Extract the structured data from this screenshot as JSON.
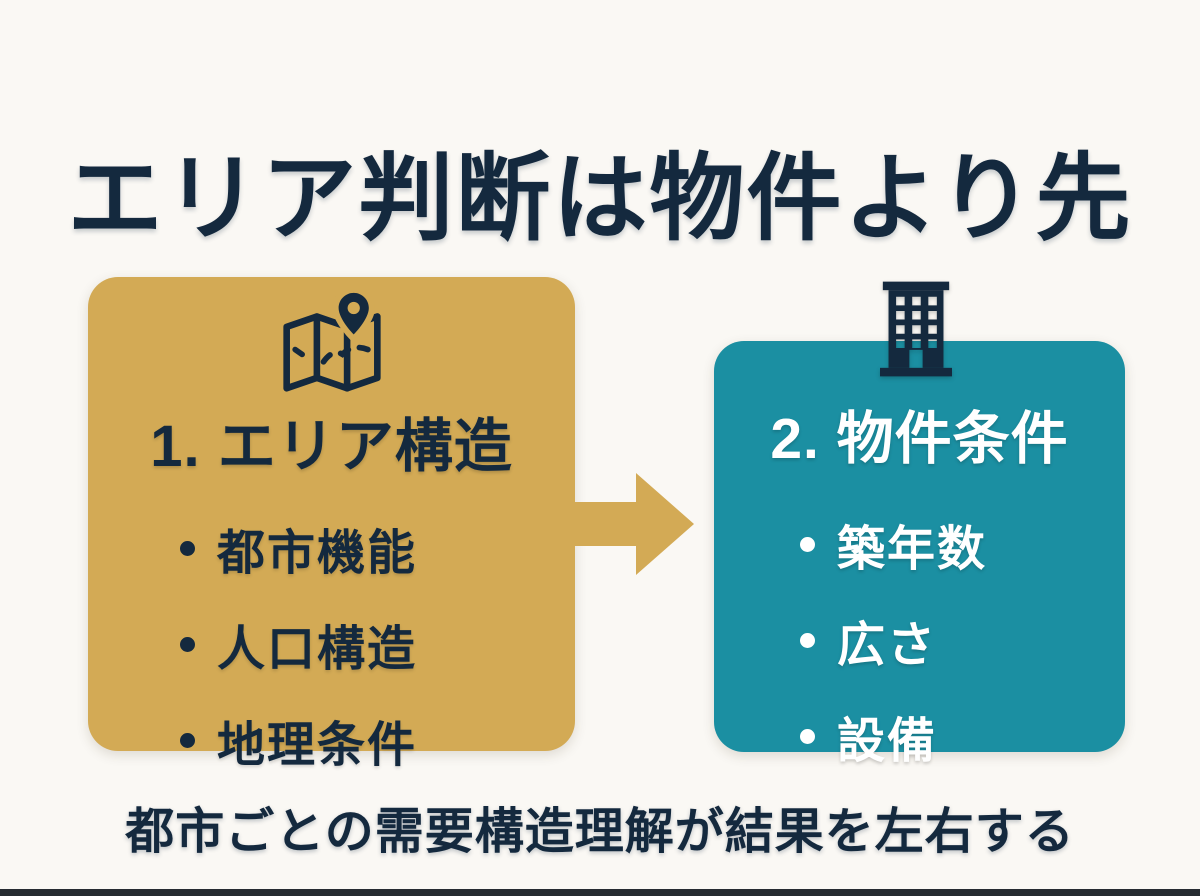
{
  "title": "エリア判断は物件より先",
  "footer": "都市ごとの需要構造理解が結果を左右する",
  "colors": {
    "navy": "#14293e",
    "gold": "#d3aa55",
    "teal": "#1b8fa2",
    "background": "#faf8f4",
    "white": "#ffffff",
    "strip": "#262b31"
  },
  "cards": [
    {
      "id": "area",
      "icon": "map-icon",
      "heading": "1. エリア構造",
      "bullets": [
        "都市機能",
        "人口構造",
        "地理条件"
      ]
    },
    {
      "id": "property",
      "icon": "building-icon",
      "heading": "2. 物件条件",
      "bullets": [
        "築年数",
        "広さ",
        "設備"
      ]
    }
  ],
  "arrow": {
    "icon": "arrow-right-icon",
    "direction": "right"
  }
}
